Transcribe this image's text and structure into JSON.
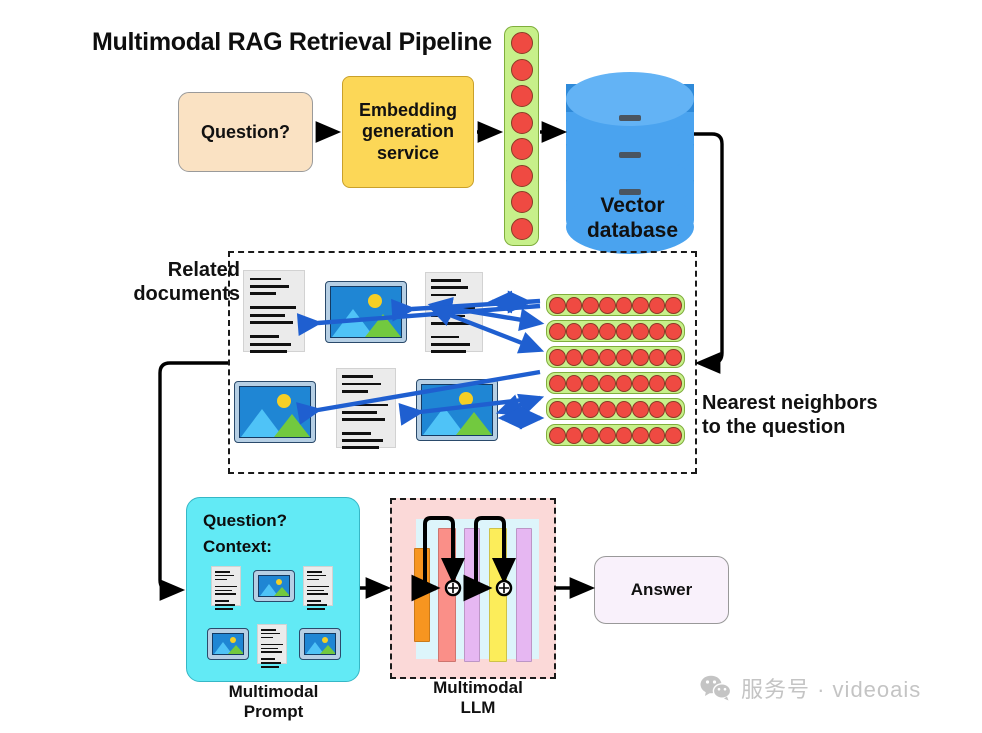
{
  "title": "Multimodal RAG Retrieval Pipeline",
  "nodes": {
    "question": "Question?",
    "embedding_service": "Embedding\ngeneration\nservice",
    "embedding_service_lines": [
      "Embedding",
      "generation",
      "service"
    ],
    "vector_database": "Vector\ndatabase",
    "vector_database_lines": [
      "Vector",
      "database"
    ],
    "related_documents": "Related\ndocuments",
    "related_documents_lines": [
      "Related",
      "documents"
    ],
    "nearest_neighbors": "Nearest neighbors\nto the question",
    "nearest_neighbors_lines": [
      "Nearest neighbors",
      "to the question"
    ],
    "prompt_question": "Question?",
    "prompt_context": "Context:",
    "multimodal_prompt": "Multimodal\nPrompt",
    "multimodal_prompt_lines": [
      "Multimodal",
      "Prompt"
    ],
    "multimodal_llm": "Multimodal\nLLM",
    "multimodal_llm_lines": [
      "Multimodal",
      "LLM"
    ],
    "answer": "Answer"
  },
  "counts": {
    "query_vector_dots": 8,
    "neighbor_rows": 6,
    "neighbor_dots_per_row": 8,
    "prompt_icons": 6
  },
  "prompt_icon_types": [
    "document",
    "image",
    "document",
    "image",
    "document",
    "image"
  ],
  "retrieved_items": [
    {
      "type": "document",
      "row": 1
    },
    {
      "type": "image",
      "row": 1
    },
    {
      "type": "document",
      "row": 1
    },
    {
      "type": "image",
      "row": 2
    },
    {
      "type": "document",
      "row": 2
    },
    {
      "type": "image",
      "row": 2
    }
  ],
  "llm_bars": [
    {
      "name": "input-embedding-bar",
      "color": "#f79520"
    },
    {
      "name": "attention-bar",
      "color": "#fa8f88"
    },
    {
      "name": "feedforward-bar-1",
      "color": "#e6b7f2"
    },
    {
      "name": "attention-bar-2",
      "color": "#fced5a"
    },
    {
      "name": "feedforward-bar-2",
      "color": "#e6b7f2"
    }
  ],
  "llm_add_nodes": [
    "+",
    "+"
  ],
  "colors": {
    "question_box": "#fae2c3",
    "embedding_box": "#fcd757",
    "database": "#4aa3ef",
    "vector_strip": "#c7f08a",
    "vector_dot": "#ef4a42",
    "prompt_box": "#62eaf5",
    "llm_box": "#fbd9d8",
    "llm_inner": "#ddf5fb",
    "answer_box": "#f9f1fb",
    "arrow_blue": "#1f5fd0",
    "arrow_black": "#000000"
  },
  "watermark": {
    "icon": "wechat-icon",
    "text": "服务号 · videoais"
  }
}
